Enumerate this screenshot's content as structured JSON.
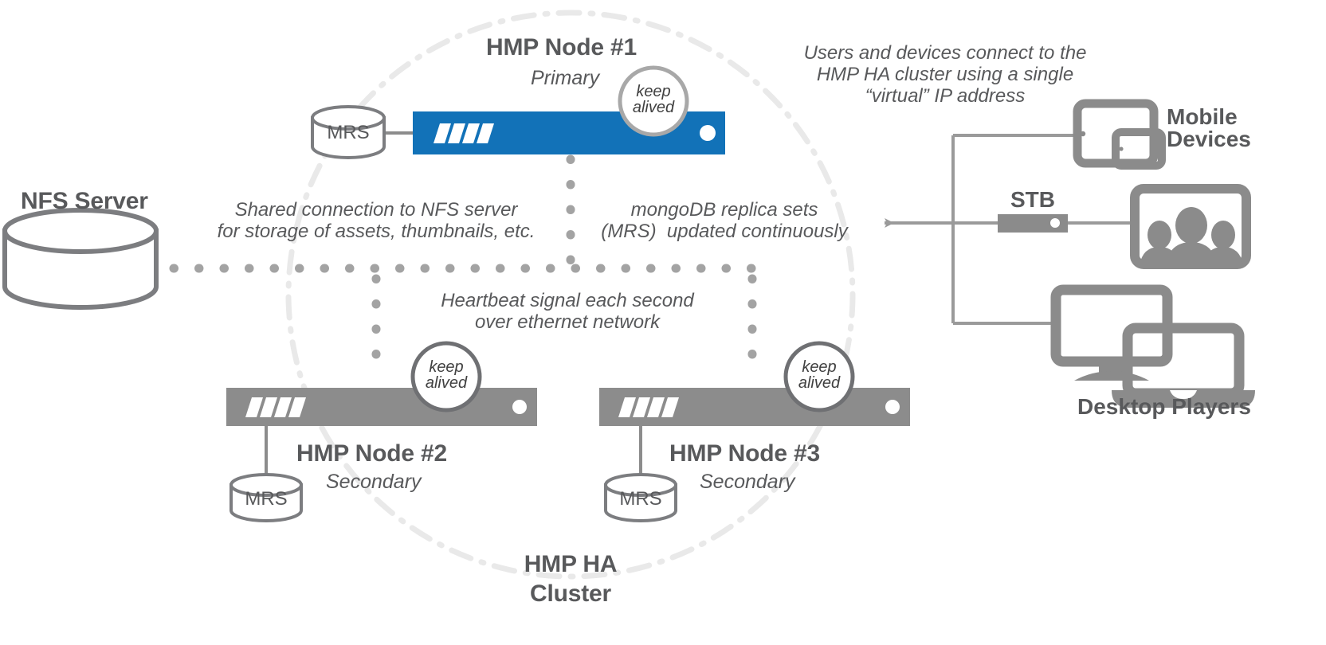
{
  "diagram": {
    "title": "HMP HA Cluster architecture",
    "cluster_label_line1": "HMP HA",
    "cluster_label_line2": "Cluster",
    "nfs_label": "NFS Server",
    "colors": {
      "primary_blue": "#1272b8",
      "node_gray": "#8c8c8c",
      "text_gray": "#58595b",
      "device_gray": "#8b8b8b",
      "dash_circle": "#e9e9e9",
      "dot_gray": "#a3a3a3",
      "line_gray": "#8c8c8c"
    }
  },
  "nodes": [
    {
      "id": "node1",
      "title": "HMP Node #1",
      "role": "Primary",
      "keepalived_line1": "keep",
      "keepalived_line2": "alived",
      "db_label": "MRS",
      "state_color": "#1272b8"
    },
    {
      "id": "node2",
      "title": "HMP Node #2",
      "role": "Secondary",
      "keepalived_line1": "keep",
      "keepalived_line2": "alived",
      "db_label": "MRS",
      "state_color": "#8c8c8c"
    },
    {
      "id": "node3",
      "title": "HMP Node #3",
      "role": "Secondary",
      "keepalived_line1": "keep",
      "keepalived_line2": "alived",
      "db_label": "MRS",
      "state_color": "#8c8c8c"
    }
  ],
  "annotations": {
    "nfs_shared": "Shared connection to NFS server\nfor storage of assets, thumbnails, etc.",
    "mongo_replica": "mongoDB replica sets\n(MRS)  updated continuously",
    "heartbeat": "Heartbeat signal each second\nover ethernet network",
    "virtual_ip": "Users and devices connect to the\nHMP HA cluster using a single\n“virtual” IP address"
  },
  "devices": [
    {
      "id": "mobile",
      "label_line1": "Mobile",
      "label_line2": "Devices",
      "icon": "tablet-phone-icon"
    },
    {
      "id": "stb",
      "label": "STB",
      "icon": "set-top-box-icon"
    },
    {
      "id": "tv",
      "label": "",
      "icon": "tv-viewers-icon"
    },
    {
      "id": "desktop",
      "label": "Desktop Players",
      "icon": "monitor-laptop-icon"
    }
  ]
}
